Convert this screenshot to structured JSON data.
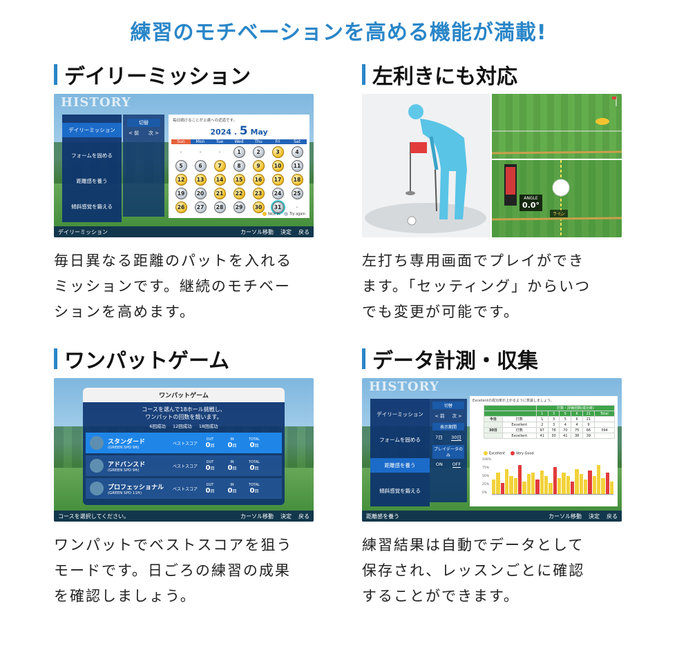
{
  "header": {
    "title": "練習のモチベーションを高める機能が満載!"
  },
  "cards": [
    {
      "title": "デイリーミッション",
      "desc": [
        "毎日異なる距離のパットを入れる",
        "ミッションです。継続のモチベー",
        "ションを高めます。"
      ]
    },
    {
      "title": "左利きにも対応",
      "desc": [
        "左打ち専用画面でプレイができ",
        "ます。「セッティング」からいつ",
        "でも変更が可能です。"
      ]
    },
    {
      "title": "ワンパットゲーム",
      "desc": [
        "ワンパットでベストスコアを狙う",
        "モードです。日ごろの練習の成果",
        "を確認しましょう。"
      ]
    },
    {
      "title": "データ計測・収集",
      "desc": [
        "練習結果は自動でデータとして",
        "保存され、レッスンごとに確認",
        "することができます。"
      ]
    }
  ],
  "daily": {
    "history": "HISTORY",
    "menu": [
      "デイリーミッション",
      "フォームを固める",
      "距離感を養う",
      "傾斜感覚を鍛える"
    ],
    "sub": {
      "label": "切替",
      "prev": "< 前",
      "next": "次 >"
    },
    "note": "毎日続けることが上達への近道です。",
    "year": "2024 .",
    "month_num": "5",
    "month_name": "May",
    "weekdays": [
      "Sun",
      "Mon",
      "Tue",
      "Wed",
      "Thu",
      "Fri",
      "Sat"
    ],
    "days": [
      {
        "n": "・",
        "t": "empty"
      },
      {
        "n": "・",
        "t": "empty"
      },
      {
        "n": "・",
        "t": "empty"
      },
      {
        "n": "1",
        "t": "silver"
      },
      {
        "n": "2",
        "t": "silver"
      },
      {
        "n": "3",
        "t": "gold"
      },
      {
        "n": "4",
        "t": "silver"
      },
      {
        "n": "5",
        "t": "silver"
      },
      {
        "n": "6",
        "t": "silver"
      },
      {
        "n": "7",
        "t": "gold"
      },
      {
        "n": "8",
        "t": "silver"
      },
      {
        "n": "9",
        "t": "gold"
      },
      {
        "n": "10",
        "t": "gold"
      },
      {
        "n": "11",
        "t": "silver"
      },
      {
        "n": "12",
        "t": "gold"
      },
      {
        "n": "13",
        "t": "gold"
      },
      {
        "n": "14",
        "t": "gold"
      },
      {
        "n": "15",
        "t": "gold"
      },
      {
        "n": "16",
        "t": "gold"
      },
      {
        "n": "17",
        "t": "gold"
      },
      {
        "n": "18",
        "t": "gold"
      },
      {
        "n": "19",
        "t": "silver"
      },
      {
        "n": "20",
        "t": "silver"
      },
      {
        "n": "21",
        "t": "gold"
      },
      {
        "n": "22",
        "t": "gold"
      },
      {
        "n": "23",
        "t": "gold"
      },
      {
        "n": "24",
        "t": "silver"
      },
      {
        "n": "25",
        "t": "silver"
      },
      {
        "n": "26",
        "t": "gold"
      },
      {
        "n": "27",
        "t": "silver"
      },
      {
        "n": "28",
        "t": "silver"
      },
      {
        "n": "29",
        "t": "silver"
      },
      {
        "n": "30",
        "t": "gold"
      },
      {
        "n": "31",
        "t": "today"
      },
      {
        "n": "・",
        "t": "empty"
      }
    ],
    "legend": [
      "Nice in",
      "Try again"
    ],
    "footer_left": "デイリーミッション",
    "hints": [
      "カーソル移動",
      "決定",
      "戻る"
    ]
  },
  "lefty": {
    "angle_label": "ANGLE",
    "angle_value": "0.0°",
    "lie_label": "ライン"
  },
  "oneputt": {
    "panel_title": "ワンパットゲーム",
    "intro": [
      "コースを選んで18ホール挑戦し、",
      "ワンパットの回数を競います。"
    ],
    "rewards": [
      "6回成功",
      "12回成功",
      "18回成功"
    ],
    "courses": [
      {
        "name": "スタンダード",
        "spd": "(GREEN SPD 9ft)"
      },
      {
        "name": "アドバンスド",
        "spd": "(GREEN SPD 9ft)"
      },
      {
        "name": "プロフェッショナル",
        "spd": "(GREEN SPD 11ft)"
      }
    ],
    "best": "ベストスコア",
    "score_heads": [
      "OUT",
      "IN",
      "TOTAL"
    ],
    "score_val": "0",
    "score_unit": "回",
    "footer_left": "コースを選択してください。",
    "hints": [
      "カーソル移動",
      "決定",
      "戻る"
    ]
  },
  "data": {
    "history": "HISTORY",
    "menu": [
      "デイリーミッション",
      "フォームを固める",
      "距離感を養う",
      "傾斜感覚を鍛える"
    ],
    "sub_label": "切替",
    "prev": "< 前",
    "next": "次 >",
    "period_label": "表示期間",
    "periods": [
      "7日",
      "30日"
    ],
    "player_label": "プレイデータのみ",
    "onoff": [
      "ON",
      "OFF"
    ],
    "note": "Excellentの成功率が上がるように意識しましょう。",
    "table_title": "打数・評価別数(成功率)",
    "table_cols": [
      "1",
      "3",
      "5",
      "6",
      "21",
      "Total"
    ],
    "table_rows": [
      {
        "label": "今日",
        "type": "打数",
        "vals": [
          "1",
          "3",
          "5",
          "6",
          "21",
          ""
        ]
      },
      {
        "label": "",
        "type": "Excellent",
        "vals": [
          "2",
          "3",
          "4",
          "4",
          "9",
          ""
        ]
      },
      {
        "label": "30日",
        "type": "打数",
        "vals": [
          "97",
          "78",
          "70",
          "75",
          "66",
          "394"
        ]
      },
      {
        "label": "",
        "type": "Excellent",
        "vals": [
          "41",
          "30",
          "41",
          "38",
          "39",
          ""
        ]
      }
    ],
    "legend": [
      "Excellent",
      "Very Good"
    ],
    "axis": [
      "100%",
      "75%",
      "50%",
      "25%",
      "0%"
    ],
    "footer_left": "距離感を養う",
    "hints": [
      "カーソル移動",
      "決定",
      "戻る"
    ]
  }
}
